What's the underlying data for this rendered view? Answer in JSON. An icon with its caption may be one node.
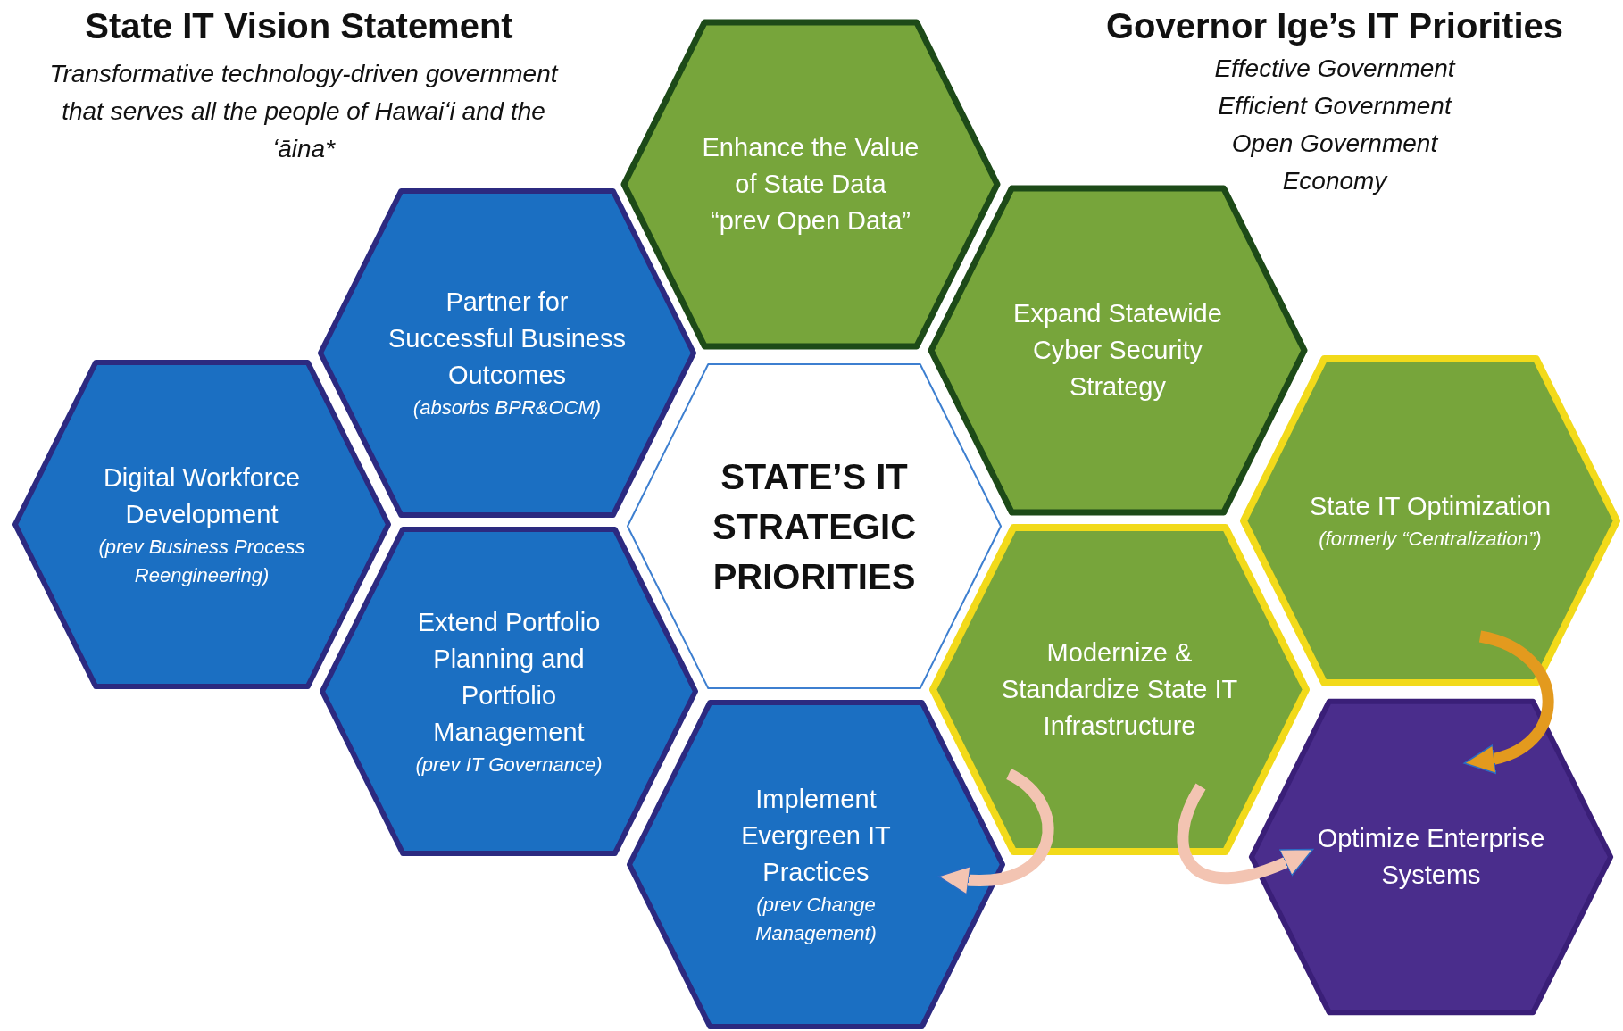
{
  "diagram": {
    "nodes": [
      {
        "text": [
          "Enhance the Value of State Data",
          "“prev Open Data”"
        ]
      },
      {
        "text": [
          "Partner for Successful Business Outcomes",
          "(absorbs BPR&OCM)"
        ]
      },
      {
        "text": [
          "Expand Statewide Cyber Security Strategy"
        ]
      },
      {
        "text": [
          "Digital Workforce Development",
          "(prev Business Process Reengineering)"
        ]
      },
      {
        "text": [
          "STATE’S IT STRATEGIC PRIORITIES"
        ]
      },
      {
        "text": [
          "State IT Optimization",
          "(formerly “Centralization”)"
        ]
      },
      {
        "text": [
          "Extend Portfolio Planning and Portfolio Management",
          "(prev IT Governance)"
        ]
      },
      {
        "text": [
          "Modernize & Standardize State IT Infrastructure"
        ]
      },
      {
        "text": [
          "Implement Evergreen IT Practices",
          "(prev Change Management)"
        ]
      },
      {
        "text": [
          "Optimize Enterprise Systems"
        ]
      }
    ],
    "edges": [
      {
        "from": 7,
        "to": 8,
        "arrow": "to"
      },
      {
        "from": 7,
        "to": 9,
        "arrow": "to"
      },
      {
        "from": 5,
        "to": 9,
        "arrow": "to",
        "color": "#e39a1e"
      }
    ],
    "labels": [
      "State IT Vision Statement",
      "Transformative technology-driven government that serves all the people of Hawaiʻi and the ʻāina*",
      "Governor Ige’s IT Priorities",
      "Effective Government",
      "Efficient Government",
      "Open Government",
      "Economy"
    ]
  }
}
